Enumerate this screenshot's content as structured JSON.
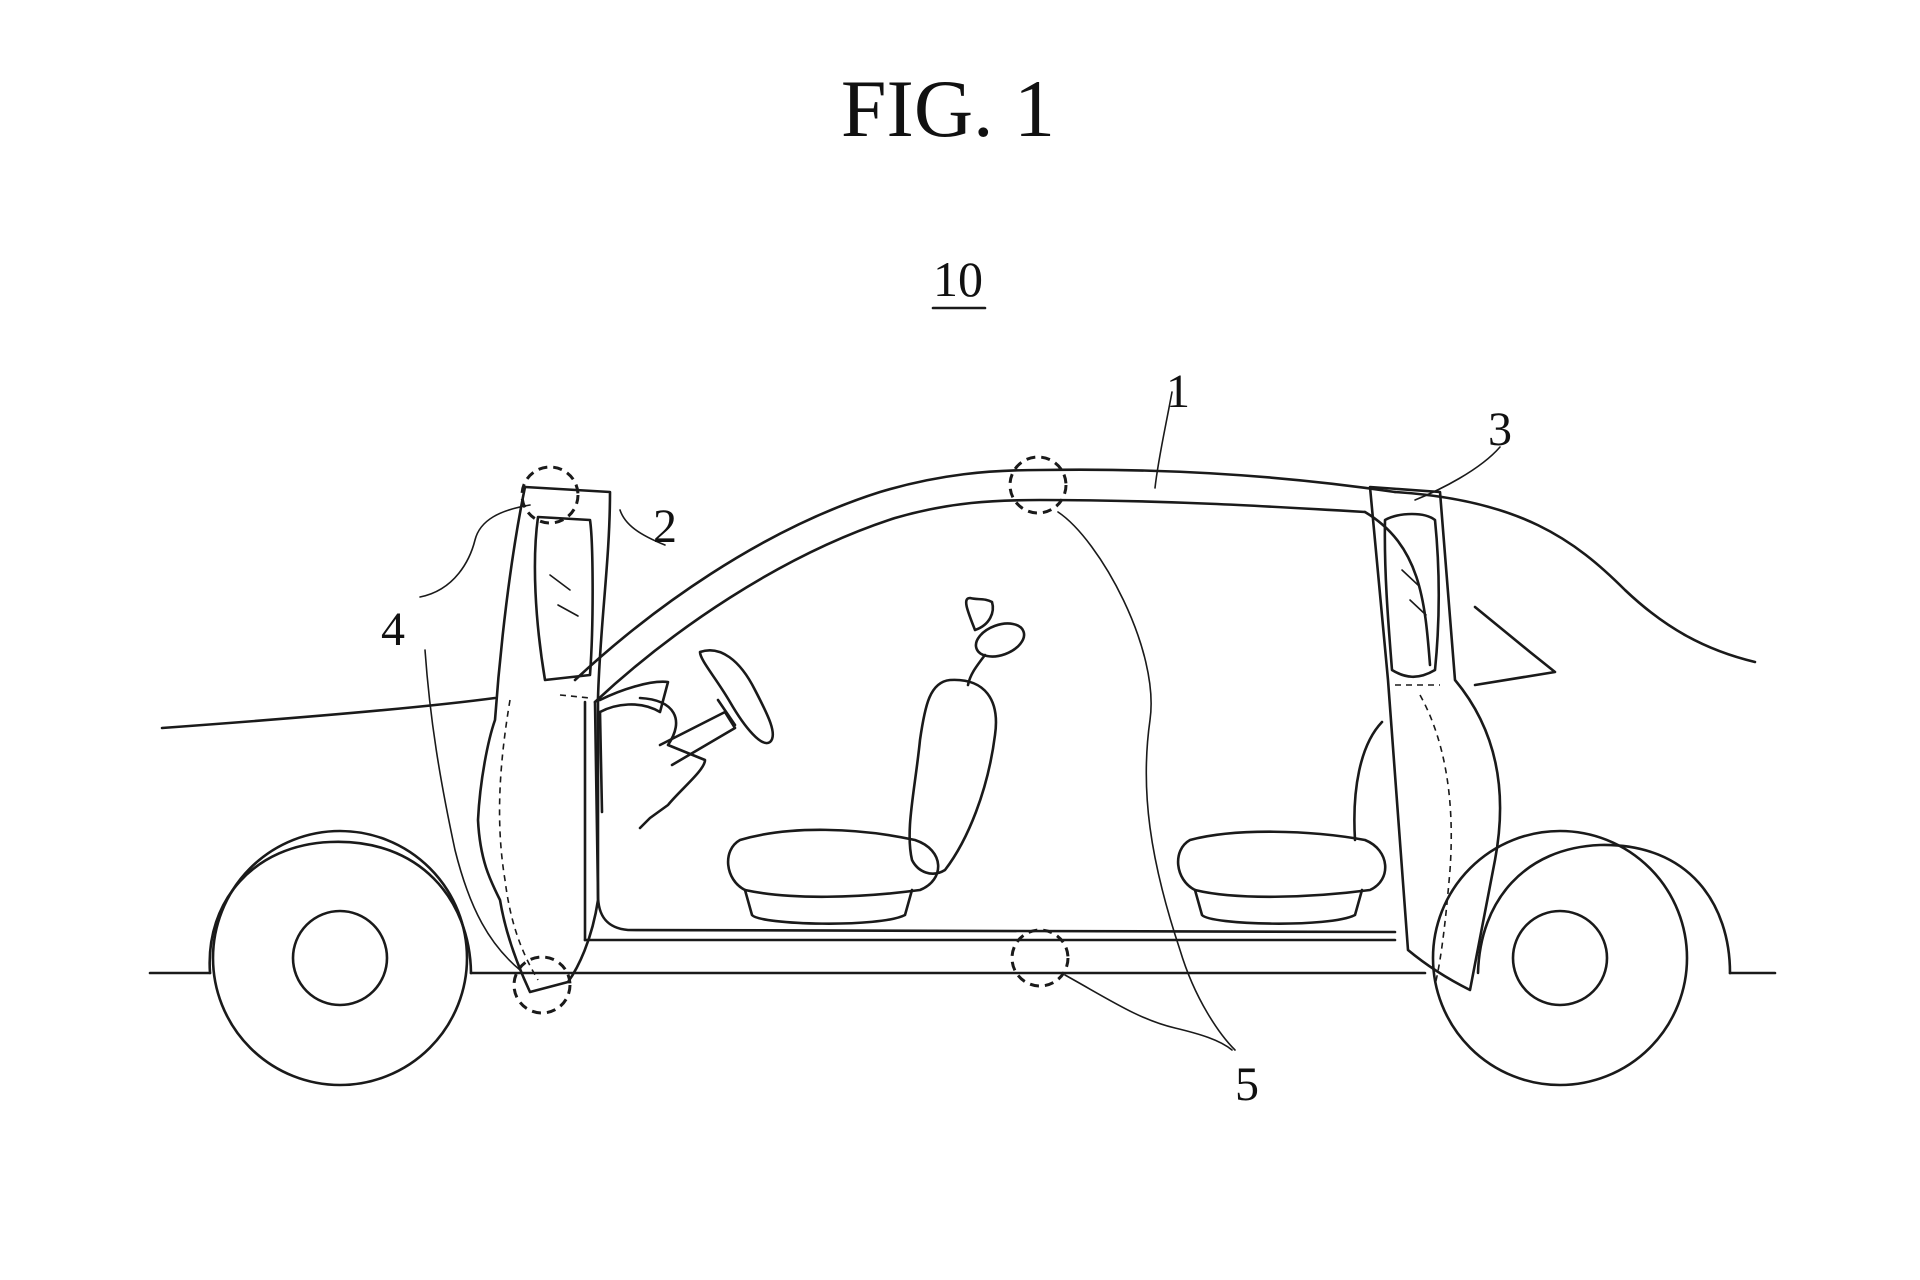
{
  "figure": {
    "title": "FIG. 1",
    "reference_numeral": "10",
    "labels": [
      {
        "id": "label-1",
        "text": "1"
      },
      {
        "id": "label-2",
        "text": "2"
      },
      {
        "id": "label-3",
        "text": "3"
      },
      {
        "id": "label-4",
        "text": "4"
      },
      {
        "id": "label-5",
        "text": "5"
      }
    ]
  }
}
